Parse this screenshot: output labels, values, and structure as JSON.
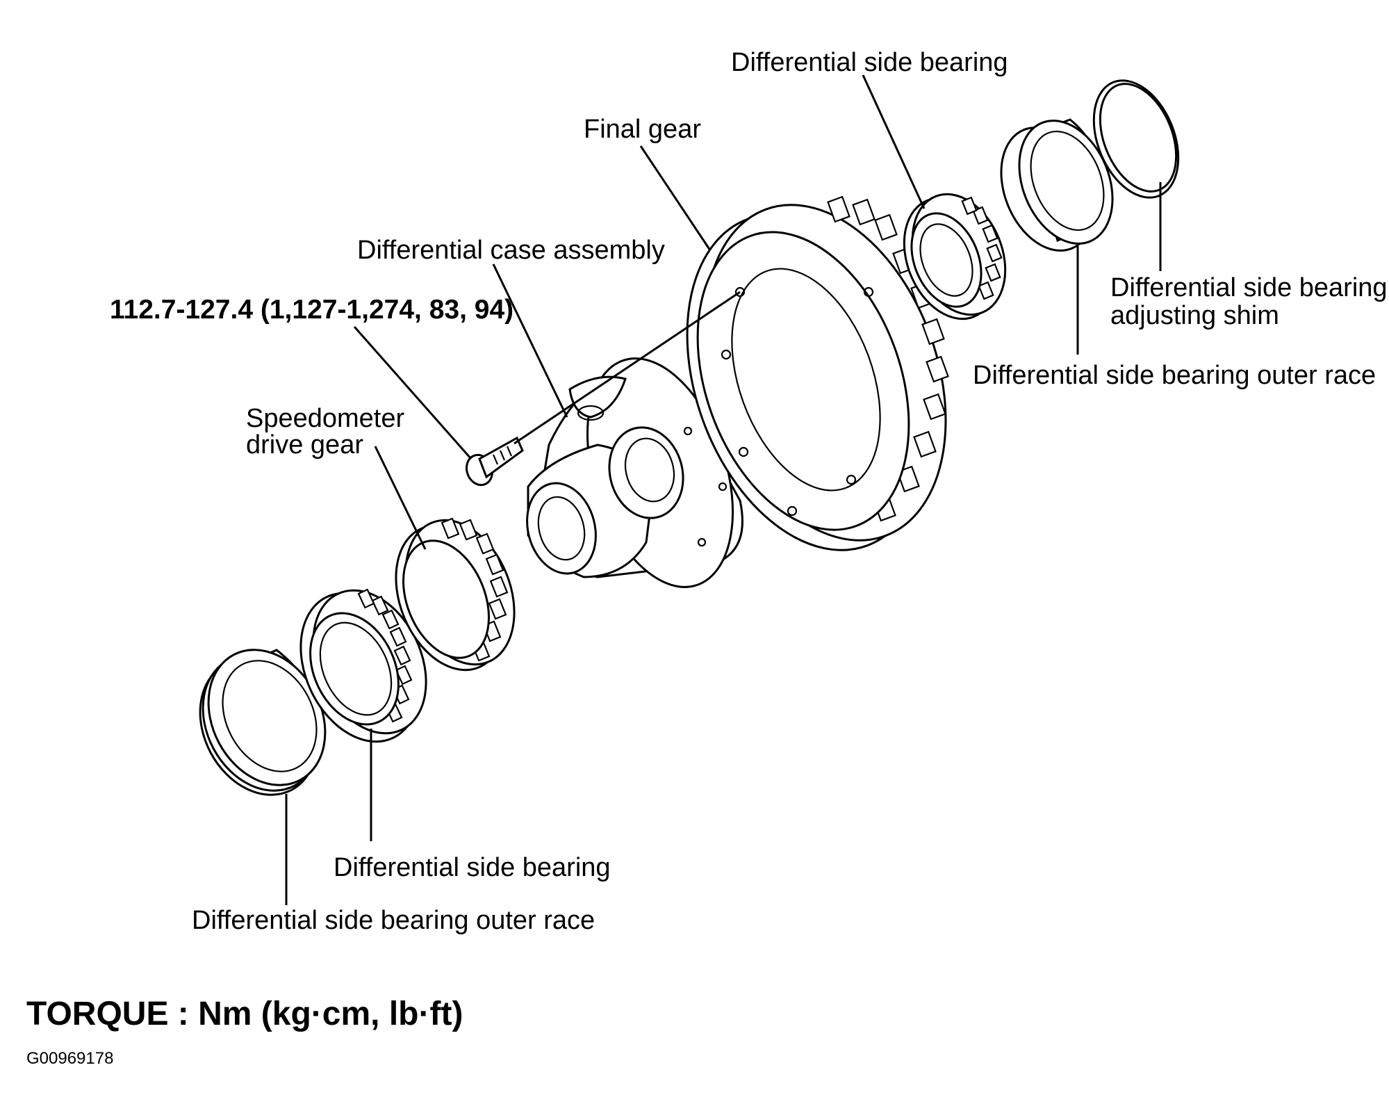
{
  "labels": {
    "diff_side_bearing_top": "Differential side bearing",
    "final_gear": "Final gear",
    "diff_case_assembly": "Differential case assembly",
    "torque_value": "112.7-127.4 (1,127-1,274, 83, 94)",
    "speedometer_line1": "Speedometer",
    "speedometer_line2": "drive gear",
    "adjusting_shim_line1": "Differential side bearing",
    "adjusting_shim_line2": "adjusting shim",
    "outer_race_right": "Differential side bearing outer race",
    "diff_side_bearing_bottom": "Differential side bearing",
    "outer_race_left": "Differential side bearing outer race"
  },
  "torque_unit": "TORQUE : Nm (kg·cm, lb·ft)",
  "figure_id": "G00969178",
  "colors": {
    "ink": "#000000",
    "paper": "#ffffff"
  }
}
